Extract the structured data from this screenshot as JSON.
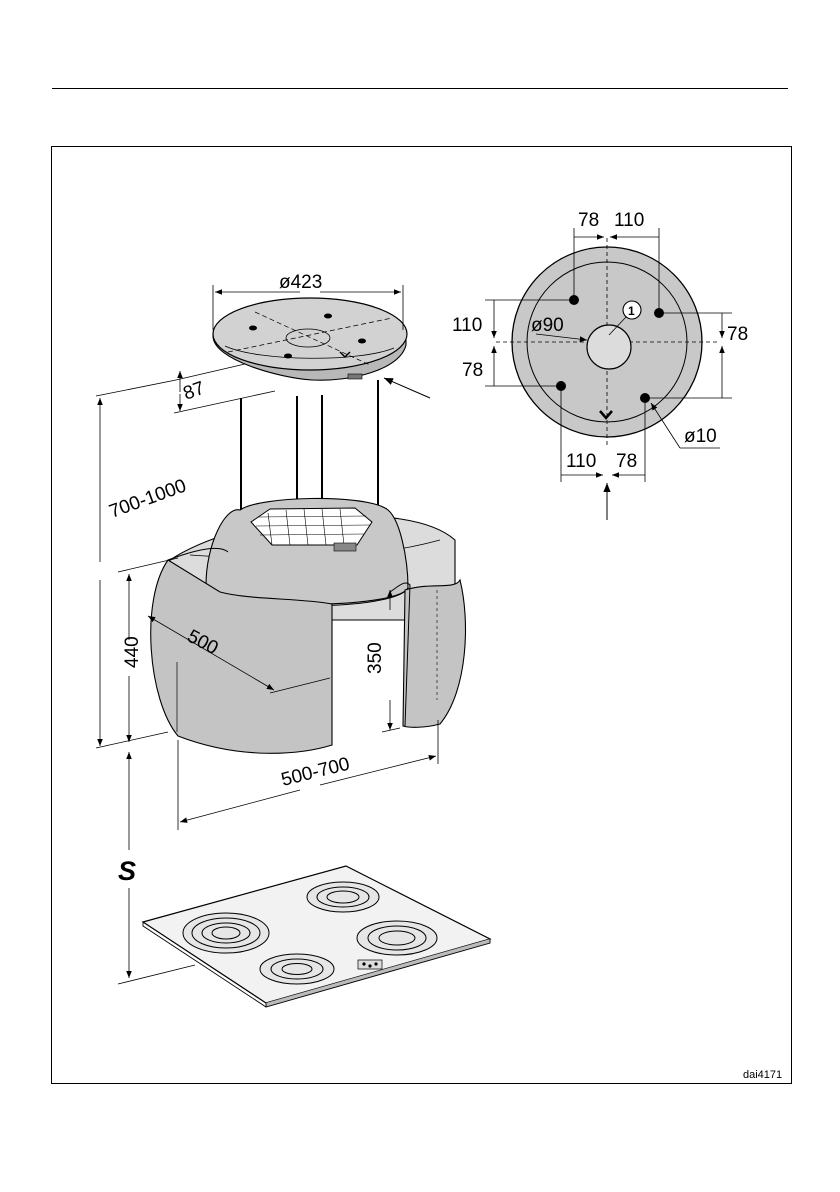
{
  "figure": {
    "code": "dai4171",
    "callout_number": "1"
  },
  "hood_3d": {
    "top_diameter": "ø423",
    "top_height": "87",
    "height_range": "700-1000",
    "body_height": "440",
    "body_depth": "500",
    "inner_height": "350",
    "width_range": "500-700",
    "clearance_symbol": "S"
  },
  "hole_pattern": {
    "top_left_offset": "78",
    "top_right_offset": "110",
    "left_upper_offset": "110",
    "left_lower_offset": "78",
    "right_offset": "78",
    "center_hole_diameter": "ø90",
    "mount_hole_diameter": "ø10",
    "bottom_left_offset": "110",
    "bottom_right_offset": "78"
  },
  "colors": {
    "line": "#000000",
    "fill_gray": "#c8c8c8",
    "fill_light": "#dcdcdc"
  }
}
